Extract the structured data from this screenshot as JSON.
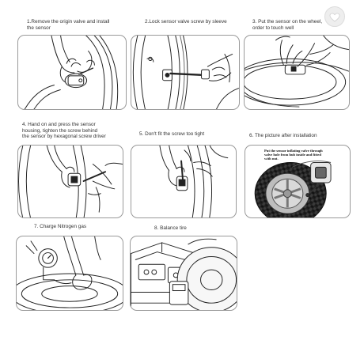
{
  "steps": [
    {
      "caption": "1.Remove the origin valve and install\nthe sensor"
    },
    {
      "caption": "2.Lock sensor valve screw by sleeve"
    },
    {
      "caption": "3. Put the sensor on the wheel,\norder to touch well"
    },
    {
      "caption": "4. Hand on and press the sensor\nhousing, tighten the screw behind\nthe sensor by hexagonal screw driver"
    },
    {
      "caption": "5. Don't fit the screw too tight"
    },
    {
      "caption": "6. The picture after installation"
    },
    {
      "caption": "7. Charge Nitrogen gas"
    },
    {
      "caption": "8. Balance tire"
    }
  ],
  "inset_note": "Put the sensor inflating valve through\nvalve hole from hub inside and fitted\nwith nut.",
  "favorite_icon": "heart-icon"
}
